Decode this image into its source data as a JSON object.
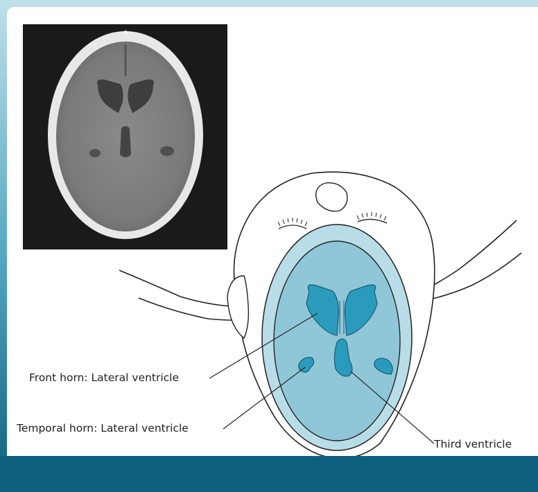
{
  "labels": {
    "front_horn": "Front horn: Lateral ventricle",
    "temporal_horn": "Temporal horn: Lateral ventricle",
    "third_ventricle": "Third ventricle"
  },
  "colors": {
    "frame_gradient_top": "#bfe0ea",
    "frame_gradient_bottom": "#0f5e7c",
    "bottom_band": "#0f6080",
    "brain_fill": "#8fc7d8",
    "csf_fill": "#b9dde8",
    "ventricle_fill": "#2a9bbd",
    "line": "#222222",
    "ct_background": "#1a1a1a"
  }
}
